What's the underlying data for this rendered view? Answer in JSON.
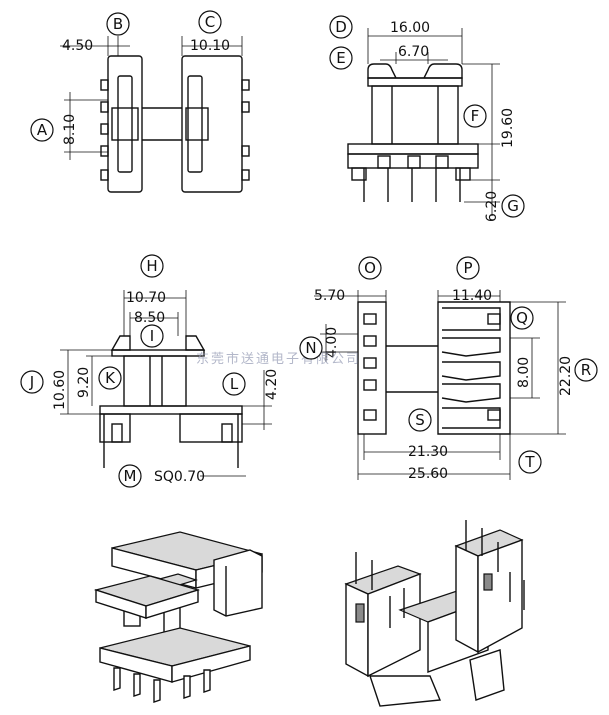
{
  "dimensions": {
    "B": "4.50",
    "C": "10.10",
    "A": "8.10",
    "D": "16.00",
    "E": "6.70",
    "F": "19.60",
    "G": "6.20",
    "H": "10.70",
    "I": "8.50",
    "J": "10.60",
    "K": "9.20",
    "L": "4.20",
    "M": "SQ0.70",
    "O": "5.70",
    "P": "11.40",
    "N": "4.00",
    "Q": "8.00",
    "R": "22.20",
    "S": "21.30",
    "T": "25.60"
  },
  "labels": [
    "A",
    "B",
    "C",
    "D",
    "E",
    "F",
    "G",
    "H",
    "I",
    "J",
    "K",
    "L",
    "M",
    "N",
    "O",
    "P",
    "Q",
    "R",
    "S",
    "T"
  ],
  "watermark": "东莞市送通电子有限公司"
}
